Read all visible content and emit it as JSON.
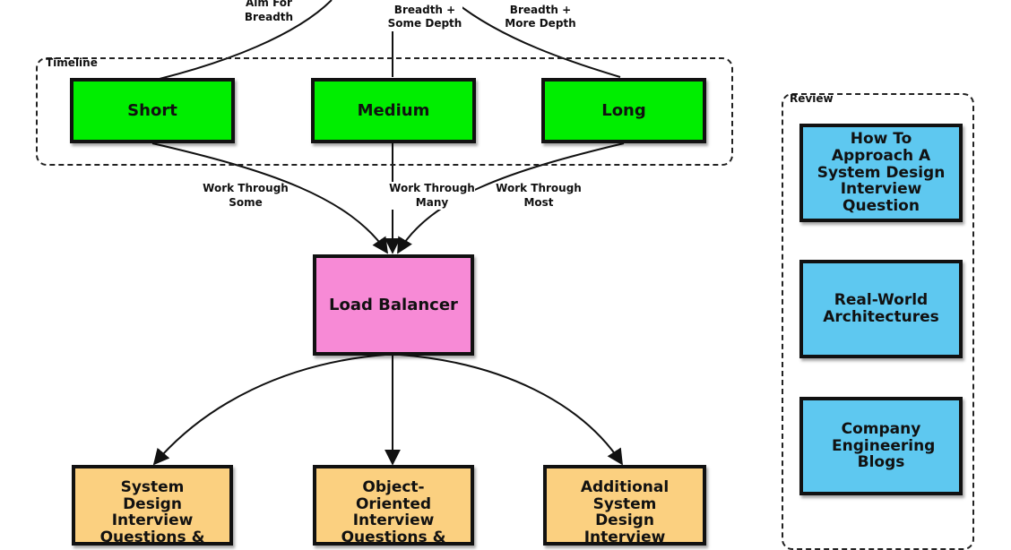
{
  "groups": {
    "timeline": "Timeline",
    "review": "Review"
  },
  "timeline_nodes": [
    "Short",
    "Medium",
    "Long"
  ],
  "center_node": "Load Balancer",
  "bottom_nodes": [
    "System Design Interview Questions &",
    "Object-Oriented Interview Questions &",
    "Additional System Design Interview"
  ],
  "review_nodes": [
    "How To Approach A System Design Interview Question",
    "Real-World Architectures",
    "Company Engineering Blogs"
  ],
  "edge_labels": {
    "top_left": "Aim For\nBreadth",
    "top_mid": "Aim For\nBreadth +\nSome Depth",
    "top_right": "Aim For\nBreadth +\nMore Depth",
    "mid_left": "Work Through\nSome",
    "mid_mid": "Work Through\nMany",
    "mid_right": "Work Through\nMost"
  },
  "colors": {
    "timeline": "#00ee00",
    "center": "#f78ad6",
    "bottom": "#fbd080",
    "review": "#5ec8f0"
  }
}
